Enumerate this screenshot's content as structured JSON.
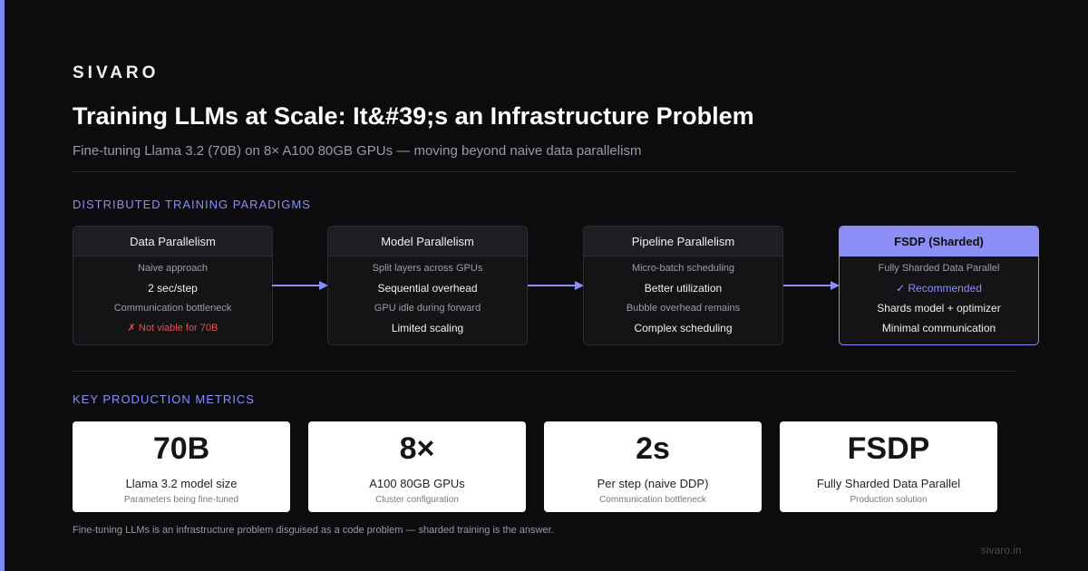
{
  "brand": "SIVARO",
  "title": "Training LLMs at Scale: It&#39;s an Infrastructure Problem",
  "subtitle": "Fine-tuning Llama 3.2 (70B) on 8× A100 80GB GPUs — moving beyond naive data parallelism",
  "section_paradigms": "DISTRIBUTED TRAINING PARADIGMS",
  "paradigms": [
    {
      "name": "Data Parallelism",
      "lines": [
        "Naive approach",
        "2 sec/step",
        "Communication bottleneck",
        "✗ Not viable for 70B"
      ]
    },
    {
      "name": "Model Parallelism",
      "lines": [
        "Split layers across GPUs",
        "Sequential overhead",
        "GPU idle during forward",
        "Limited scaling"
      ]
    },
    {
      "name": "Pipeline Parallelism",
      "lines": [
        "Micro-batch scheduling",
        "Better utilization",
        "Bubble overhead remains",
        "Complex scheduling"
      ]
    },
    {
      "name": "FSDP (Sharded)",
      "lines": [
        "Fully Sharded Data Parallel",
        "✓ Recommended",
        "Shards model + optimizer",
        "Minimal communication"
      ]
    }
  ],
  "section_metrics": "KEY PRODUCTION METRICS",
  "metrics": [
    {
      "value": "70B",
      "label": "Llama 3.2 model size",
      "sub": "Parameters being fine-tuned"
    },
    {
      "value": "8×",
      "label": "A100 80GB GPUs",
      "sub": "Cluster configuration"
    },
    {
      "value": "2s",
      "label": "Per step (naive DDP)",
      "sub": "Communication bottleneck"
    },
    {
      "value": "FSDP",
      "label": "Fully Sharded Data Parallel",
      "sub": "Production solution"
    }
  ],
  "footnote": "Fine-tuning LLMs is an infrastructure problem disguised as a code problem — sharded training is the answer.",
  "domain": "sivaro.in",
  "colors": {
    "accent": "#8b8ff5",
    "background": "#0c0c0e",
    "error": "#e0544f"
  }
}
